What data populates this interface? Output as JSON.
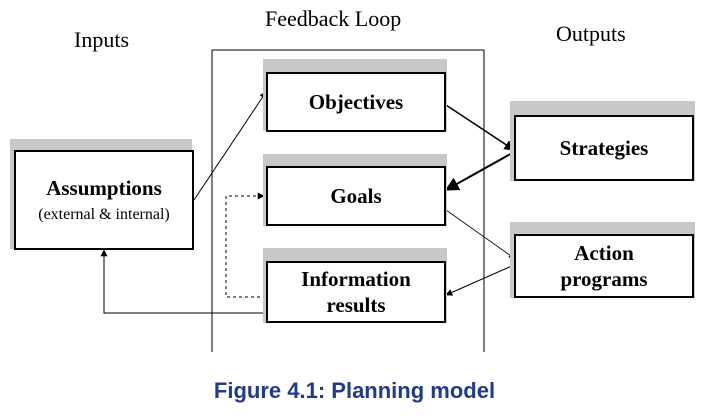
{
  "sections": {
    "inputs": "Inputs",
    "feedback_loop": "Feedback Loop",
    "outputs": "Outputs"
  },
  "boxes": {
    "assumptions": {
      "title": "Assumptions",
      "subtitle": "(external & internal)"
    },
    "objectives": {
      "title": "Objectives"
    },
    "goals": {
      "title": "Goals"
    },
    "information_results": {
      "line1": "Information",
      "line2": "results"
    },
    "strategies": {
      "title": "Strategies"
    },
    "action_programs": {
      "line1": "Action",
      "line2": "programs"
    }
  },
  "caption": "Figure 4.1: Planning model",
  "colors": {
    "caption": "#1f3a8f",
    "shadow": "#c8c8c8",
    "line": "#000000"
  }
}
